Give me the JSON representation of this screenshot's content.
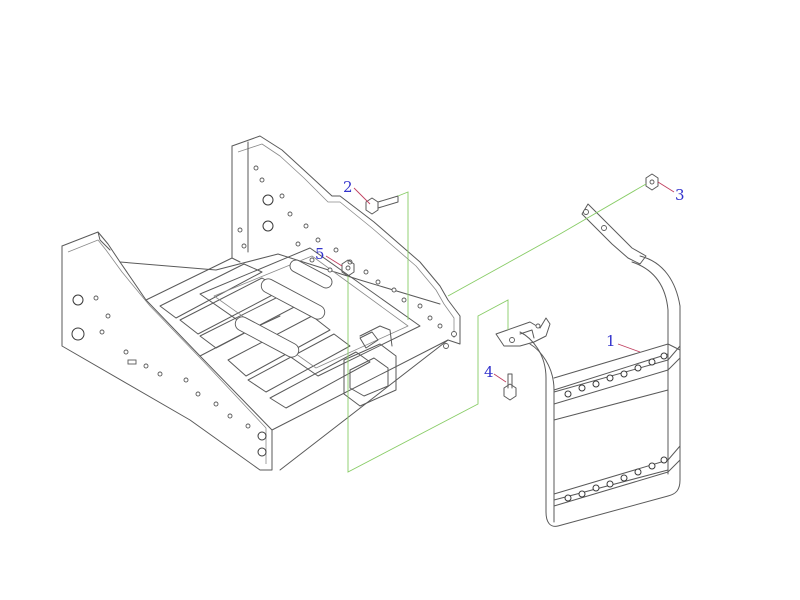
{
  "diagram": {
    "colors": {
      "line": "#5a5a5a",
      "callout_text": "#3333cc",
      "leader": "#c04060",
      "assembly_path": "#88cc66"
    },
    "parts": [
      {
        "number": "1",
        "component": "step-ladder"
      },
      {
        "number": "2",
        "component": "hex-bolt"
      },
      {
        "number": "3",
        "component": "flange-nut"
      },
      {
        "number": "4",
        "component": "hex-bolt"
      },
      {
        "number": "5",
        "component": "flange-nut"
      }
    ]
  }
}
